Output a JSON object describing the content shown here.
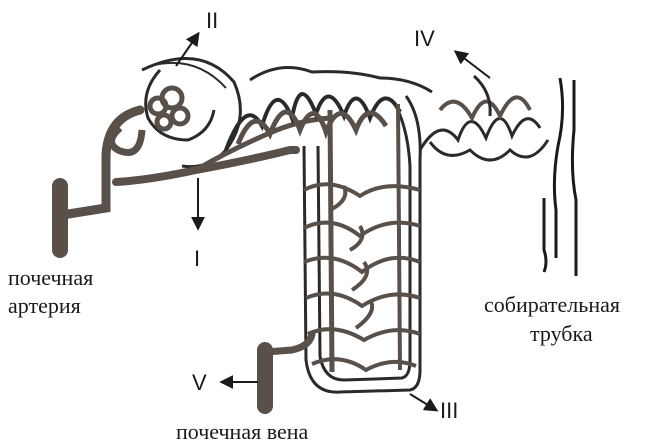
{
  "labels": {
    "artery_line1": "почечная",
    "artery_line2": "артерия",
    "vein": "почечная вена",
    "duct_line1": "собирательная",
    "duct_line2": "трубка"
  },
  "markers": {
    "I": "I",
    "II": "II",
    "III": "III",
    "IV": "IV",
    "V": "V"
  },
  "colors": {
    "vessel": "#5a504a",
    "tubule": "#2a2a2a",
    "ink": "#1a1a1a"
  }
}
